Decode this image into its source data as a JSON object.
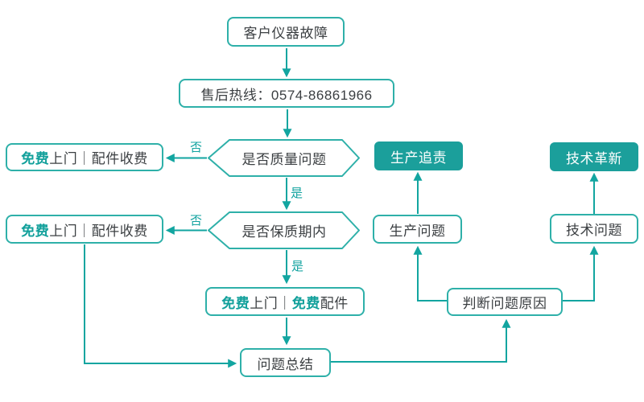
{
  "flowchart": {
    "nodes": {
      "customer_fault": "客户仪器故障",
      "hotline": "售后热线：0574-86861966",
      "q_quality": "是否质量问题",
      "q_warranty": "是否保质期内",
      "free_visit_paid_parts_top": {
        "parts": [
          "免费",
          "上门｜配件收费"
        ]
      },
      "free_visit_paid_parts_bottom": {
        "parts": [
          "免费",
          "上门｜配件收费"
        ]
      },
      "free_visit_free_parts": {
        "parts": [
          "免费",
          "上门｜",
          "免费",
          "配件"
        ]
      },
      "summary": "问题总结",
      "production_accountability": "生产追责",
      "production_issue": "生产问题",
      "tech_innovation": "技术革新",
      "tech_issue": "技术问题",
      "judge_cause": "判断问题原因"
    },
    "edge_labels": {
      "yes": "是",
      "no": "否"
    },
    "colors": {
      "line_teal": "#12a5a0",
      "border_teal": "#2eb0a9",
      "fill_teal": "#1b9f9b",
      "accent_text_teal": "#12a09b",
      "dark_text": "#3b3f42",
      "background": "#ffffff"
    }
  }
}
